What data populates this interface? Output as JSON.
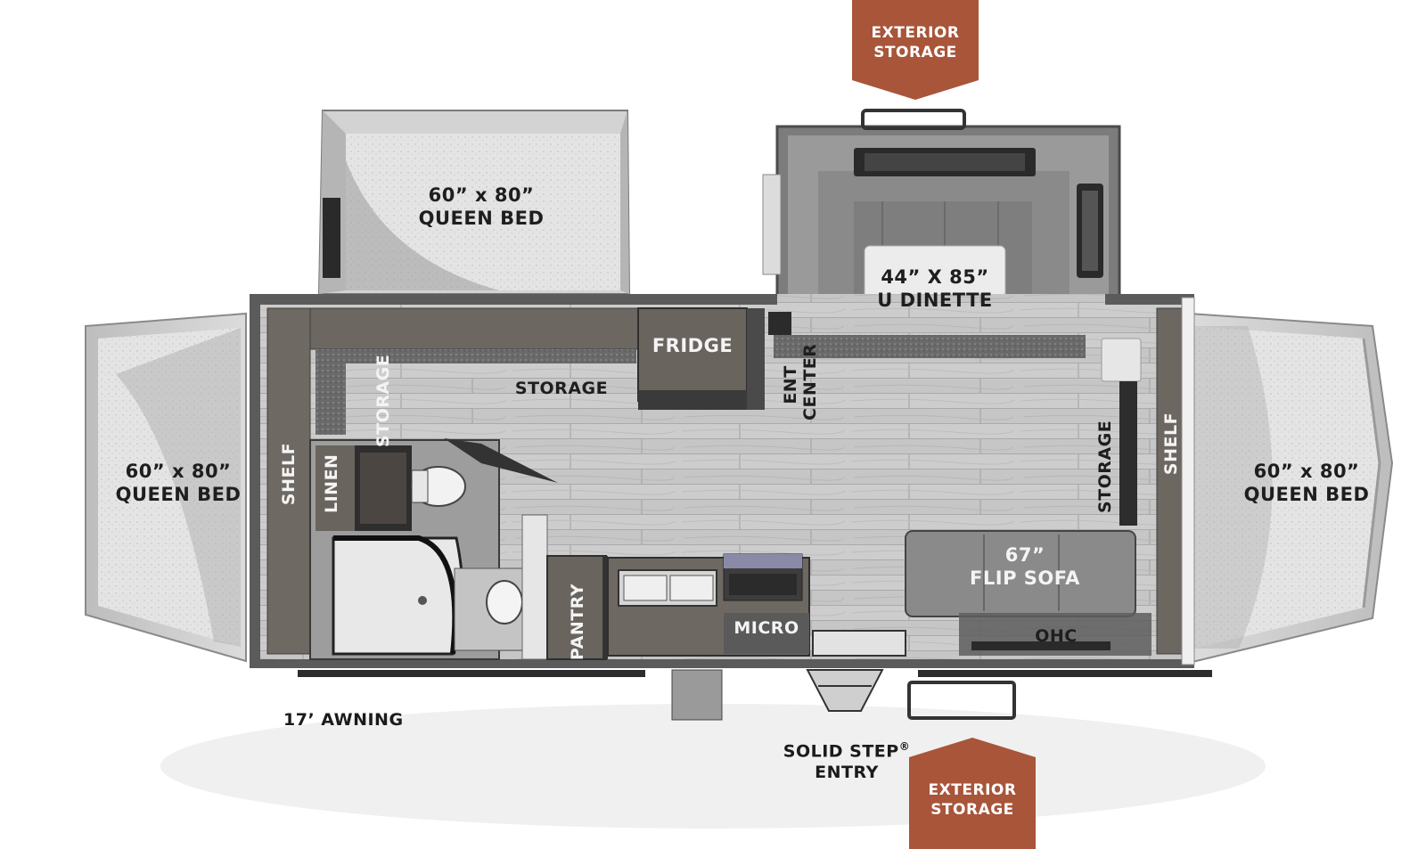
{
  "diagram": {
    "palette": {
      "wall": "#5d5d5d",
      "floor": "#c9c9c9",
      "cabinet": "#6b6660",
      "bed": "#e2e2e2",
      "bed_shadow": "#9c9c9c",
      "tent": "#cfcfcf",
      "accent": "#a8553a"
    },
    "tags": {
      "top": {
        "line1": "EXTERIOR",
        "line2": "STORAGE"
      },
      "bottom": {
        "line1": "EXTERIOR",
        "line2": "STORAGE"
      }
    },
    "beds": {
      "top": {
        "size": "60” x 80”",
        "name": "QUEEN BED"
      },
      "left": {
        "size": "60” x 80”",
        "name": "QUEEN BED"
      },
      "right": {
        "size": "60” x 80”",
        "name": "QUEEN BED"
      }
    },
    "dinette": {
      "size": "44” X 85”",
      "name": "U DINETTE"
    },
    "sofa": {
      "size": "67”",
      "name": "FLIP SOFA"
    },
    "labels": {
      "fridge": "FRIDGE",
      "storage_top": "STORAGE",
      "storage_vertical_left": "STORAGE",
      "storage_vertical_right": "STORAGE",
      "ent_line1": "ENT",
      "ent_line2": "CENTER",
      "shelf_left": "SHELF",
      "shelf_right": "SHELF",
      "linen": "LINEN",
      "pantry": "PANTRY",
      "micro": "MICRO",
      "ohc": "OHC"
    },
    "outside": {
      "awning": "17’ AWNING",
      "entry_line1": "SOLID STEP",
      "entry_reg": "®",
      "entry_line2": "ENTRY"
    }
  }
}
